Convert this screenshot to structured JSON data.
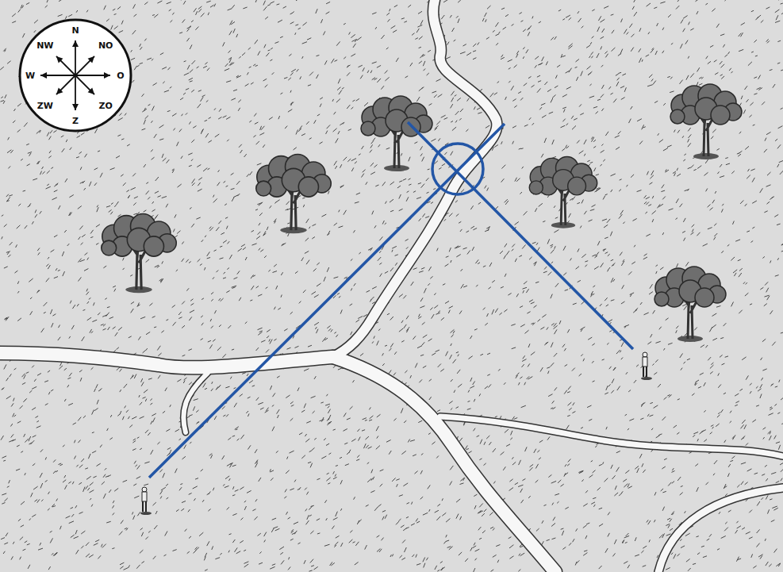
{
  "diagram": {
    "nodes": [
      {
        "text": [
          "N",
          "NO",
          "O",
          "ZO",
          "Z",
          "ZW",
          "W",
          "NW"
        ]
      }
    ]
  }
}
